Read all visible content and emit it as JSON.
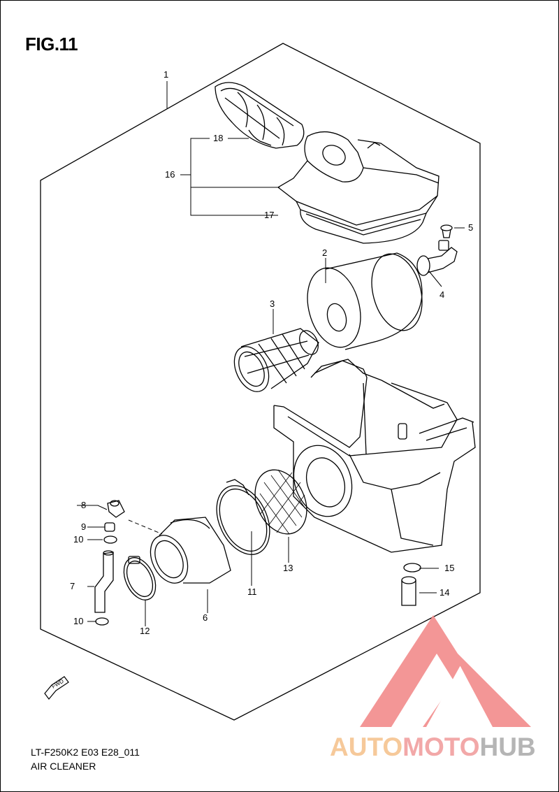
{
  "figure": {
    "title": "FIG.11"
  },
  "callouts": [
    "1",
    "2",
    "3",
    "4",
    "5",
    "6",
    "7",
    "8",
    "9",
    "10",
    "10",
    "11",
    "12",
    "13",
    "14",
    "15",
    "16",
    "17",
    "18"
  ],
  "fwd_arrow": {
    "label": "FWD"
  },
  "footer": {
    "code": "LT-F250K2 E03 E28_011",
    "name": "AIR CLEANER"
  },
  "watermark": {
    "part1": "AUTO",
    "part2": "MOTO",
    "part3": "HUB",
    "colors": {
      "auto": "#f6c99a",
      "moto": "#f2a8a8",
      "hub": "#b5b5b5",
      "logo": "#f28b8b"
    }
  }
}
